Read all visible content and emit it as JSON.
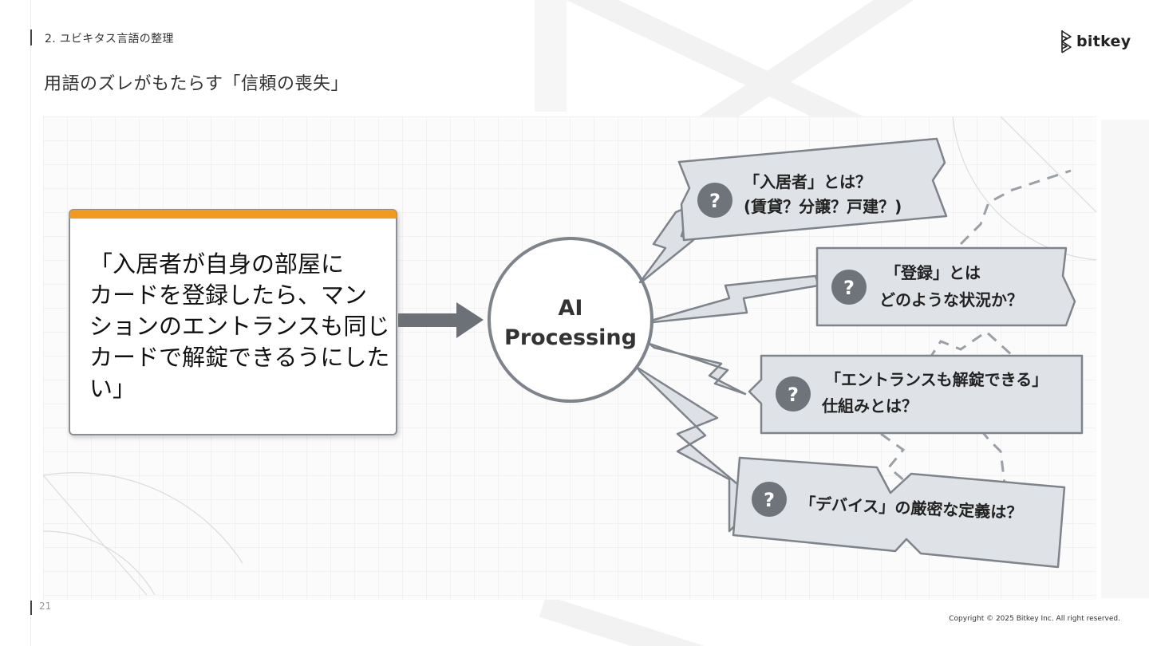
{
  "header": {
    "section_label": "2. ユビキタス言語の整理",
    "page_title": "用語のズレがもたらす「信頼の喪失」"
  },
  "brand": {
    "name": "bitkey",
    "icon": "bitkey-logo-icon"
  },
  "figure": {
    "request": {
      "lines": [
        "「入居者が自身の部屋に",
        "カードを登録したら、マン",
        "ションのエントランスも同じ",
        "カードで解錠できるうにした",
        "い」"
      ]
    },
    "processor": {
      "lines": [
        "AI",
        "Processing"
      ]
    },
    "questions": [
      {
        "icon": "question-icon",
        "lines": [
          "「入居者」とは？",
          "(賃貸？分譲？戸建？)"
        ]
      },
      {
        "icon": "question-icon",
        "lines": [
          "「登録」とは",
          "どのような状況か？"
        ]
      },
      {
        "icon": "question-icon",
        "lines": [
          "「エントランスも解錠できる」",
          "仕組みとは？"
        ]
      },
      {
        "icon": "question-icon",
        "lines": [
          "「デバイス」の厳密な定義は？"
        ]
      }
    ],
    "colors": {
      "accent_orange": "#f39a1c",
      "card_gray": "#dfe2e6",
      "stroke_gray": "#7e848b",
      "question_circle": "#6e7479"
    }
  },
  "footer": {
    "page_number": "21",
    "copyright": "Copyright © 2025 Bitkey Inc. All right reserved."
  }
}
